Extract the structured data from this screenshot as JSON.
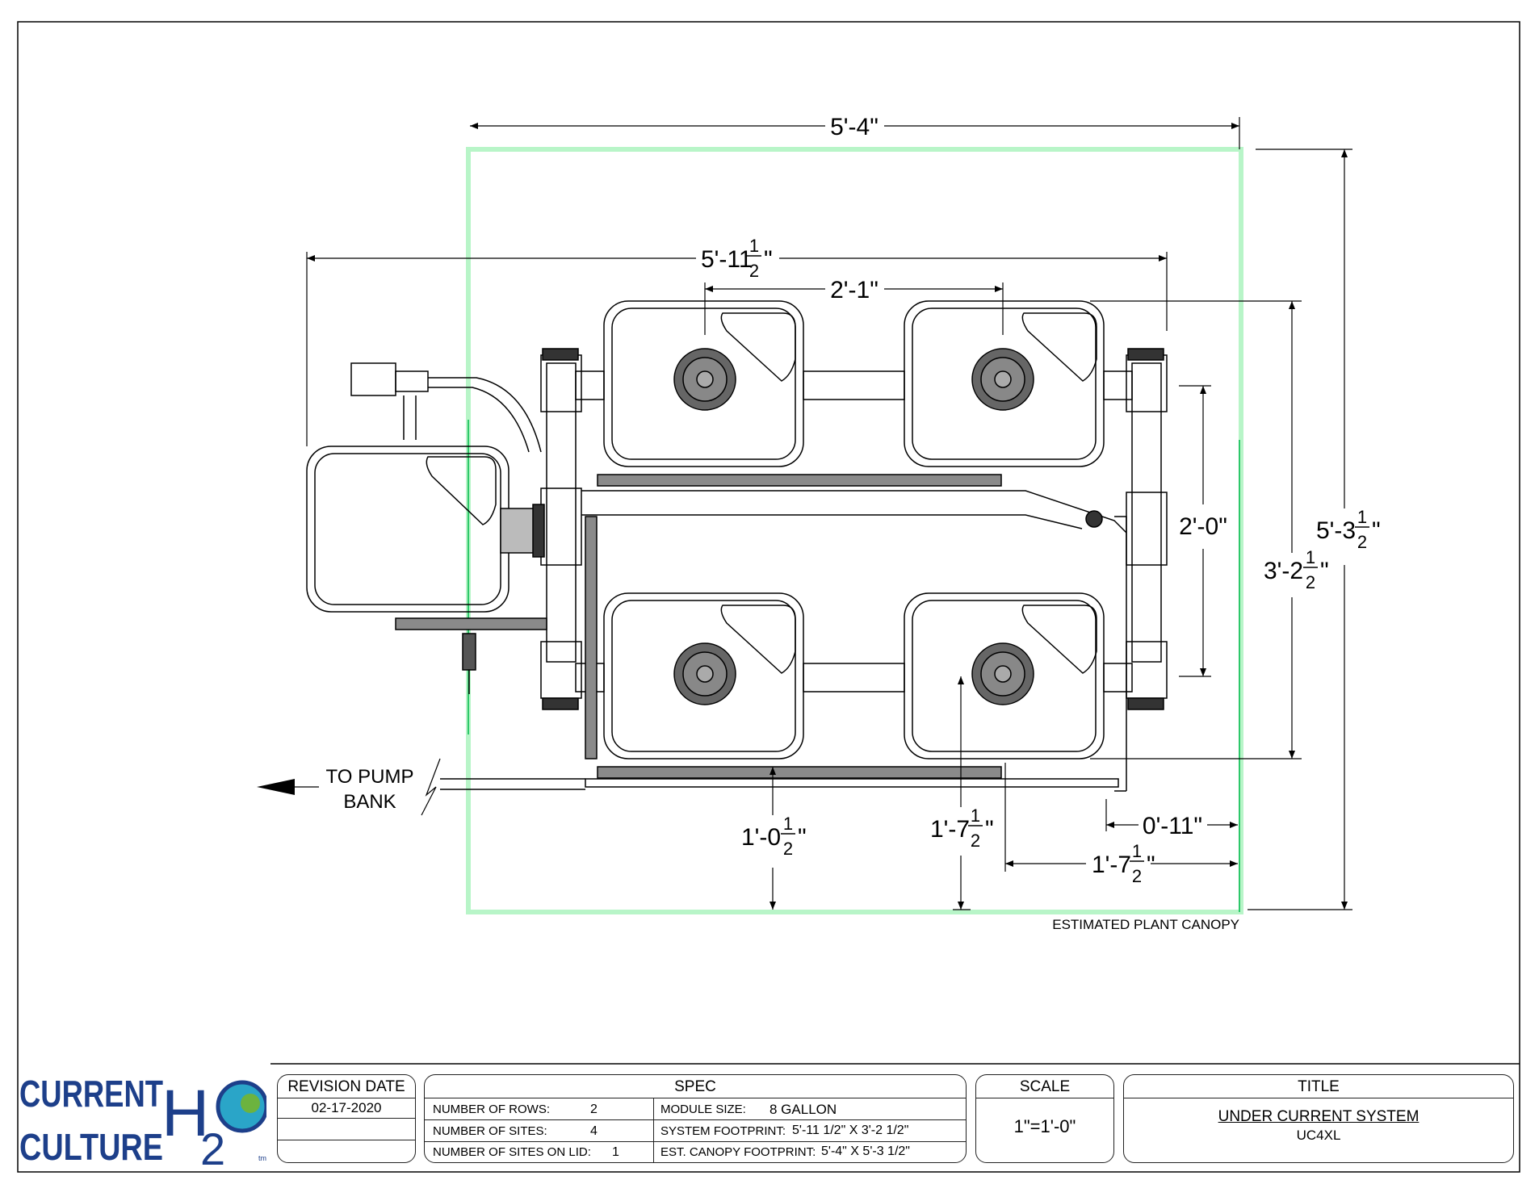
{
  "drawing": {
    "dimensions": {
      "overall_width": "5'-4\"",
      "system_width": {
        "main": "5'-11",
        "frac_num": "1",
        "frac_den": "2",
        "suffix": "\""
      },
      "module_spacing": "2'-1\"",
      "row_spacing": "2'-0\"",
      "canopy_height": {
        "main": "5'-3",
        "frac_num": "1",
        "frac_den": "2",
        "suffix": "\""
      },
      "system_height": {
        "main": "3'-2",
        "frac_num": "1",
        "frac_den": "2",
        "suffix": "\""
      },
      "bottom_left": {
        "main": "1'-0",
        "frac_num": "1",
        "frac_den": "2",
        "suffix": "\""
      },
      "bottom_mid": {
        "main": "1'-7",
        "frac_num": "1",
        "frac_den": "2",
        "suffix": "\""
      },
      "right_offset": "0'-11\"",
      "bottom_right": {
        "main": "1'-7",
        "frac_num": "1",
        "frac_den": "2",
        "suffix": "\""
      }
    },
    "labels": {
      "to_pump_line1": "TO PUMP",
      "to_pump_line2": "BANK",
      "canopy_label": "ESTIMATED PLANT CANOPY"
    },
    "colors": {
      "canopy": "#b8f5c8",
      "line": "#000000",
      "pipe_gray": "#8a8a8a"
    }
  },
  "title_block": {
    "revision": {
      "header": "REVISION DATE",
      "date": "02-17-2020"
    },
    "spec": {
      "header": "SPEC",
      "rows_label": "NUMBER OF ROWS:",
      "rows_value": "2",
      "sites_label": "NUMBER OF SITES:",
      "sites_value": "4",
      "lid_label": "NUMBER OF SITES ON LID:",
      "lid_value": "1",
      "module_label": "MODULE SIZE:",
      "module_value": "8 GALLON",
      "footprint_label": "SYSTEM FOOTPRINT:",
      "footprint_value": "5'-11 1/2\" X 3'-2 1/2\"",
      "canopy_label": "EST. CANOPY FOOTPRINT:",
      "canopy_value": "5'-4\" X 5'-3 1/2\""
    },
    "scale": {
      "header": "SCALE",
      "value": "1\"=1'-0\""
    },
    "title": {
      "header": "TITLE",
      "name": "UNDER CURRENT SYSTEM",
      "model": "UC4XL"
    }
  },
  "logo": {
    "line1": "CURRENT",
    "line2": "CULTURE",
    "brand_h": "H",
    "brand_2": "2",
    "brand_o": "O",
    "tm": "tm",
    "colors": {
      "navy": "#1d3f8a",
      "teal": "#2aa5c8",
      "green": "#6cb33f"
    }
  }
}
